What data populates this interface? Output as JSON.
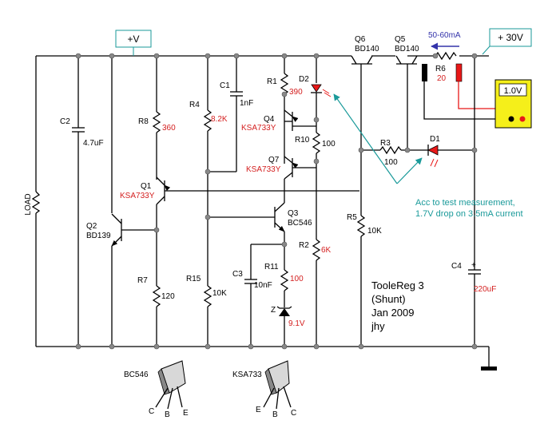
{
  "rails": {
    "positive_label": "+V",
    "supply_label": "+ 30V",
    "current_label": "50-60mA"
  },
  "meter": {
    "reading": "1.0V"
  },
  "components": {
    "load": "LOAD",
    "c2": {
      "ref": "C2",
      "value": "4.7uF"
    },
    "r8": {
      "ref": "R8",
      "value": "360"
    },
    "r4": {
      "ref": "R4",
      "value": "8.2K"
    },
    "c1": {
      "ref": "C1",
      "value": "1nF"
    },
    "r1": {
      "ref": "R1",
      "value": "390"
    },
    "d2": {
      "ref": "D2"
    },
    "q4": {
      "ref": "Q4",
      "part": "KSA733Y"
    },
    "r10": {
      "ref": "R10",
      "value": "100"
    },
    "q7": {
      "ref": "Q7",
      "part": "KSA733Y"
    },
    "q1": {
      "ref": "Q1",
      "part": "KSA733Y"
    },
    "q2": {
      "ref": "Q2",
      "part": "BD139"
    },
    "q3": {
      "ref": "Q3",
      "part": "BC546"
    },
    "r2": {
      "ref": "R2",
      "value": "6K"
    },
    "r11": {
      "ref": "R11",
      "value": "100"
    },
    "c3": {
      "ref": "C3",
      "value": "10nF"
    },
    "zener": {
      "ref": "Z",
      "value": "9.1V"
    },
    "r7": {
      "ref": "R7",
      "value": "120"
    },
    "r15": {
      "ref": "R15",
      "value": "10K"
    },
    "q6": {
      "ref": "Q6",
      "part": "BD140"
    },
    "q5": {
      "ref": "Q5",
      "part": "BD140"
    },
    "r6": {
      "ref": "R6",
      "value": "20"
    },
    "r3": {
      "ref": "R3",
      "value": "100"
    },
    "d1": {
      "ref": "D1"
    },
    "r5": {
      "ref": "R5",
      "value": "10K"
    },
    "c4": {
      "ref": "C4",
      "value": "220uF",
      "polarity": "+"
    }
  },
  "annotation": {
    "line1": "Acc to test measurement,",
    "line2": "1.7V drop on 3.5mA current"
  },
  "title_block": {
    "line1": "TooleReg 3",
    "line2": "(Shunt)",
    "line3": "Jan 2009",
    "line4": "jhy"
  },
  "packages": [
    {
      "name": "BC546",
      "pins": [
        "C",
        "B",
        "E"
      ]
    },
    {
      "name": "KSA733",
      "pins": [
        "E",
        "B",
        "C"
      ]
    }
  ],
  "colors": {
    "accent_teal": "#1a9a9a",
    "value_red": "#d42020",
    "meter_yellow": "#f5ef1a",
    "current_blue": "#3333aa"
  }
}
